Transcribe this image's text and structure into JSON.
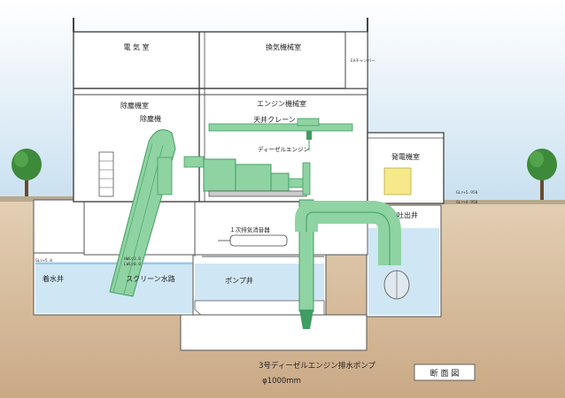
{
  "colors": {
    "sky_top": "#ffffff",
    "sky_bottom": "#cfe3f1",
    "ground": "#dcc6a8",
    "water": "#cfe6f5",
    "equipment": "#8fd3a2",
    "equipment_dark": "#3f9d62",
    "wall": "#ffffff",
    "wall_stroke": "#444444",
    "tree_leaf": "#3d8a3a",
    "tree_trunk": "#6b4a2b",
    "generator": "#f5e989"
  },
  "rooms": {
    "electric": "電 気 室",
    "ventilation_machine": "換気機械室",
    "dust_removal_machine": "除塵機室",
    "engine_machine": "エンジン機械室",
    "generator_room": "発電機室",
    "discharge_well": "吐出井",
    "intake_well": "着水井",
    "screen_channel": "スクリーン水路",
    "pump_well": "ポンプ井"
  },
  "equipment": {
    "dust_remover": "除塵機",
    "overhead_crane": "天井クレーン",
    "diesel_engine": "ディーゼルエンジン",
    "exhaust_silencer": "１次排気消音器"
  },
  "small_text": {
    "ea_chamber": "EAチャンバー",
    "hwl": "HWL▽3.8",
    "lwl": "LWL▽0.0",
    "gl_left": "GL▽+5.0",
    "gl_right_upper": "GL▽+5.950",
    "gl_right_lower": "GL▽+4.950"
  },
  "caption": {
    "pump_name": "3号ディーゼルエンジン排水ポンプ",
    "diameter": "φ1000mm",
    "view_label": "断 面 図"
  }
}
